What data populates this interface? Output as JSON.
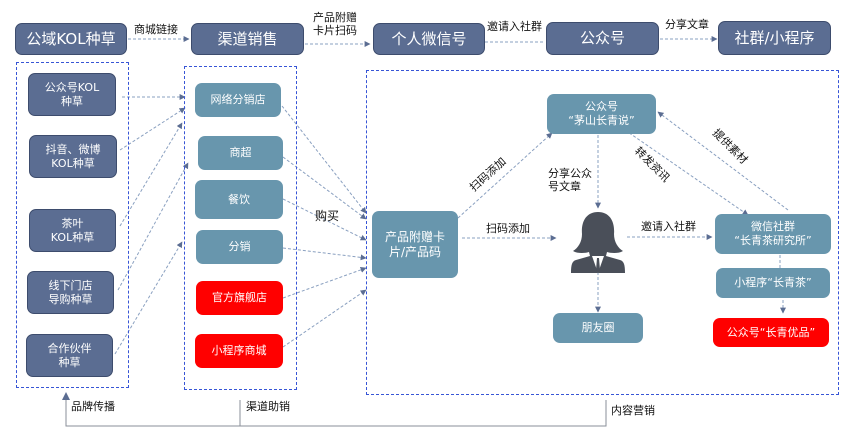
{
  "top_flow": {
    "nodes": [
      "公域KOL种草",
      "渠道销售",
      "个人微信号",
      "公众号",
      "社群/小程序"
    ],
    "edges": [
      "商城链接",
      "产品附赠\n卡片扫码",
      "邀请入社群",
      "分享文章"
    ]
  },
  "brand_group": {
    "items": [
      "公众号KOL\n种草",
      "抖音、微博\nKOL种草",
      "茶叶\nKOL种草",
      "线下门店\n导购种草",
      "合作伙伴\n种草"
    ],
    "label": "品牌传播"
  },
  "channel_group": {
    "items": [
      "网络分销店",
      "商超",
      "餐饮",
      "分销",
      "官方旗舰店",
      "小程序商城"
    ],
    "label": "渠道助销",
    "purchase_label": "购买"
  },
  "content_group": {
    "label": "内容营销",
    "product_card": "产品附赠卡\n片/产品码",
    "official_account": "公众号\n“茅山长青说”",
    "moments": "朋友圈",
    "wechat_group": "微信社群\n“长青茶研究所”",
    "mini_program": "小程序“长青茶”",
    "official_shop": "公众号“长青优品”",
    "edges": {
      "scan_add_1": "扫码添加",
      "scan_add_2": "扫码添加",
      "share_article": "分享公众\n号文章",
      "forward_news": "转发资讯",
      "provide_material": "提供素材",
      "invite_group": "邀请入社群"
    }
  },
  "colors": {
    "top_node": "#5b6d92",
    "channel_node": "#6896ad",
    "highlight_node": "#ff0000",
    "group_border": "#3755d6"
  }
}
